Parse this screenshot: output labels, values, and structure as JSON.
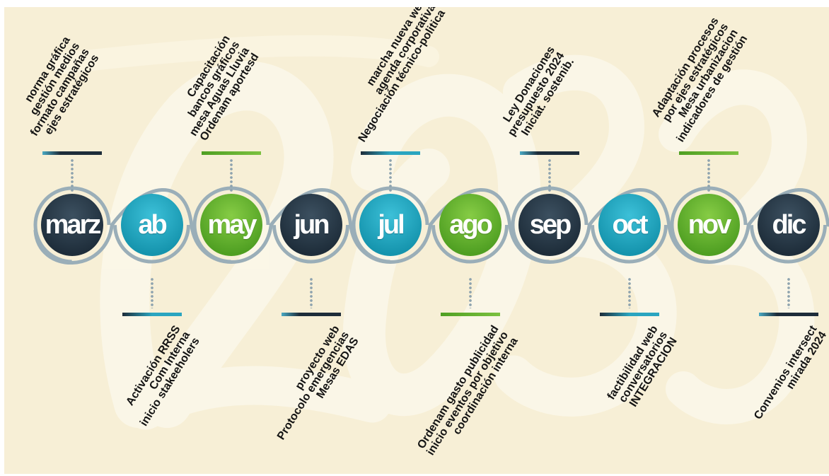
{
  "colors": {
    "background": "#f7efd6",
    "dark": "#1e2d3a",
    "teal": "#1ba3bd",
    "green": "#5fb02c",
    "track": "#9aaeb8"
  },
  "months": [
    {
      "label": "marz",
      "color": "dark",
      "position": "above",
      "notes": [
        "norma gráfica",
        "gestión medios",
        "formato campañas",
        "ejes estratégicos"
      ]
    },
    {
      "label": "ab",
      "color": "teal",
      "position": "below",
      "notes": [
        "Activación RRSS",
        "Com Interna",
        "inicio stakeeholers"
      ]
    },
    {
      "label": "may",
      "color": "green",
      "position": "above",
      "notes": [
        "Capacitación",
        "bancos gráficos",
        "mesa Aguas Lluvia",
        "Ordenam aportesd"
      ]
    },
    {
      "label": "jun",
      "color": "dark",
      "position": "below",
      "notes": [
        "proyecto web",
        "Protocolo emergencias",
        "Mesas EDAS"
      ]
    },
    {
      "label": "jul",
      "color": "teal",
      "position": "above",
      "notes": [
        "marcha nueva web",
        "agenda corporativa",
        "Negociación técnico-politica"
      ]
    },
    {
      "label": "ago",
      "color": "green",
      "position": "below",
      "notes": [
        "Ordenam gasto publicidad",
        "inicio eventos por objetivo",
        "coordinación interna"
      ]
    },
    {
      "label": "sep",
      "color": "dark",
      "position": "above",
      "notes": [
        "Ley Donaciones",
        "presupuesto 2024",
        "Iniciat. sostenib."
      ]
    },
    {
      "label": "oct",
      "color": "teal",
      "position": "below",
      "notes": [
        "factibilidad web",
        "conversatorios",
        "INTEGRACION"
      ]
    },
    {
      "label": "nov",
      "color": "green",
      "position": "above",
      "notes": [
        "Adaptación procesos",
        "por ejes estratégicos",
        "Mesa urbanizacion",
        "indicadores de gestión"
      ]
    },
    {
      "label": "dic",
      "color": "dark",
      "position": "below",
      "notes": [
        "Convenios intersect",
        "mirada 2024"
      ]
    }
  ]
}
